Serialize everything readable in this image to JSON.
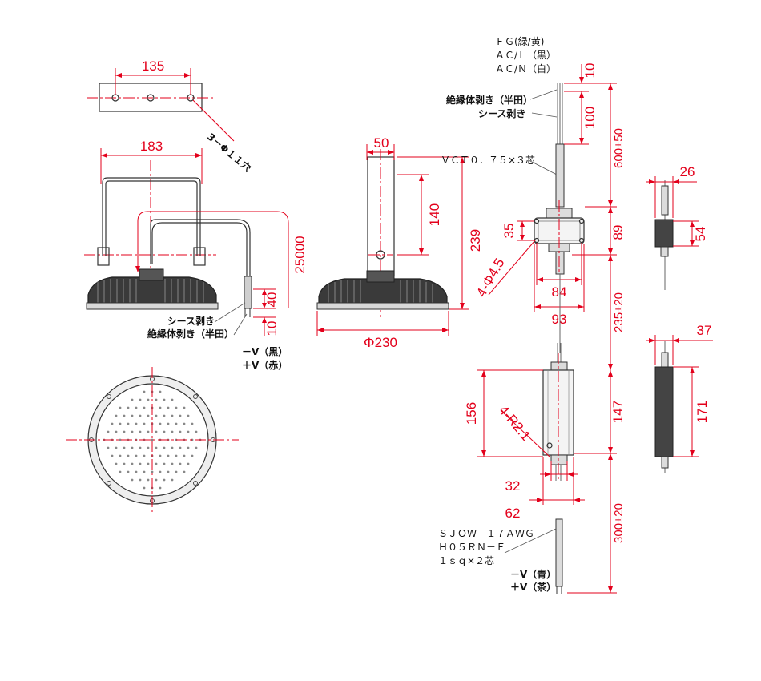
{
  "colors": {
    "dimension": "#e3001b",
    "outline": "#333333",
    "body": "#2a2a2a"
  },
  "bracket_view": {
    "width_dim": "135",
    "hole_note": "3－Φ１１穴"
  },
  "front_view": {
    "width_dim": "183",
    "cable_length_dim": "25000",
    "sheath_dim": "40",
    "strip_dim": "10",
    "sheath_label": "シース剥き",
    "strip_label": "絶縁体剥き（半田）",
    "wire_neg": "－V（黒）",
    "wire_pos": "＋V（赤）"
  },
  "side_view": {
    "arm_width_dim": "50",
    "arm_dim": "140",
    "height_dim": "239",
    "diameter_dim": "Φ230"
  },
  "power_cable": {
    "fg_label": "ＦＧ(緑/黄)",
    "acl_label": "ＡＣ/Ｌ（黒）",
    "acn_label": "ＡＣ/Ｎ（白）",
    "strip_label": "絶縁体剥き（半田）",
    "sheath_label": "シース剥き",
    "cable_type": "ＶＣＴ０．７５×３芯",
    "strip_dim": "10",
    "sheath_dim": "100",
    "length_dim": "600±50"
  },
  "junction_box": {
    "height_dim": "35",
    "holes_note": "4-Φ4.5",
    "hole_pitch_dim": "84",
    "width_dim": "93",
    "total_height_dim": "89",
    "side_width_dim": "26",
    "side_height_dim": "54",
    "cable_dim": "235±20"
  },
  "driver": {
    "length_dim": "156",
    "radius_note": "4-R2.1",
    "hole_pitch_dim": "32",
    "width_dim": "62",
    "total_dim": "147",
    "side_width_dim": "37",
    "side_height_dim": "171",
    "cable_dim": "300±20"
  },
  "output_cable": {
    "spec_line1": "ＳＪＯＷ　１７ＡＷＧ",
    "spec_line2": "Ｈ０５ＲＮ－Ｆ",
    "spec_line3": "１ｓｑ×２芯",
    "wire_neg": "－V（青）",
    "wire_pos": "＋V（茶）"
  }
}
